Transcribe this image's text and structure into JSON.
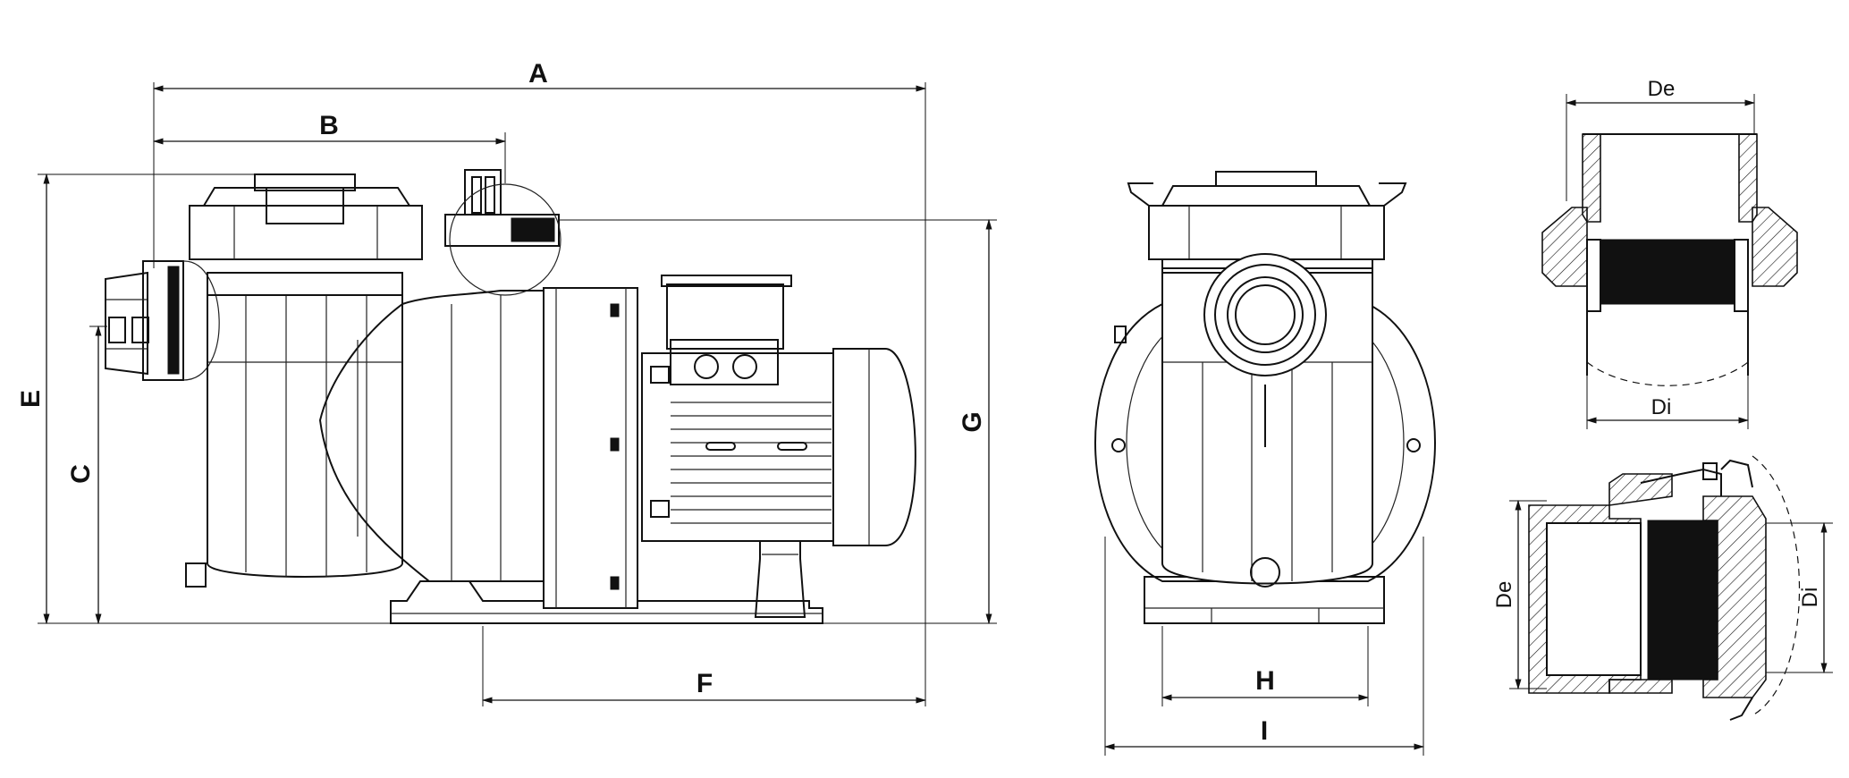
{
  "dimensions": {
    "A": "A",
    "B": "B",
    "C": "C",
    "E": "E",
    "F": "F",
    "G": "G",
    "H": "H",
    "I": "I"
  },
  "connector_top": {
    "outer_label": "De",
    "inner_label": "Di"
  },
  "connector_bottom": {
    "outer_label": "De",
    "inner_label": "Di"
  }
}
